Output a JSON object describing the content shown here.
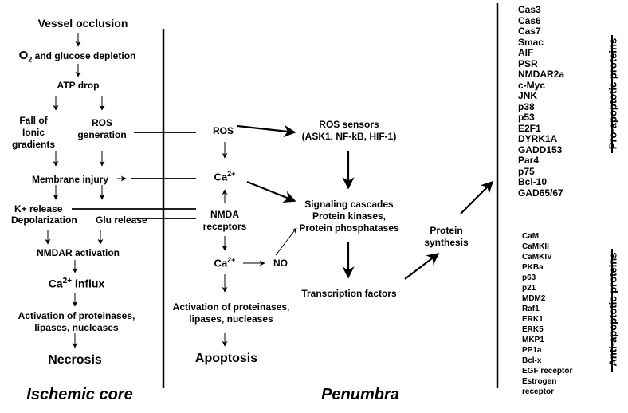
{
  "core": {
    "vessel_occlusion": "Vessel occlusion",
    "o2_prefix": "O",
    "o2_sub": "2",
    "o2_suffix": " and glucose depletion",
    "atp_drop": "ATP drop",
    "fall_ionic": "Fall of\nIonic\ngradients",
    "ros_generation": "ROS\ngeneration",
    "membrane_injury": "Membrane injury",
    "k_release": "K+ release",
    "depolarization": "Depolarization",
    "glu_release": "Glu release",
    "nmdar_activation": "NMDAR activation",
    "ca_influx_prefix": "Ca",
    "ca_influx_sup": "2+",
    "ca_influx_suffix": " influx",
    "activation": "Activation of proteinases,\nlipases, nucleases",
    "necrosis": "Necrosis",
    "label": "Ischemic core"
  },
  "penumbra": {
    "ros": "ROS",
    "ca_prefix": "Ca",
    "ca_sup": "2+",
    "nmda": "NMDA\nreceptors",
    "ca2_prefix": "Ca",
    "ca2_sup": "2+",
    "no": "NO",
    "activation": "Activation of proteinases,\nlipases, nucleases",
    "apoptosis": "Apoptosis",
    "ros_sensors": "ROS sensors\n(ASK1, NF-kB, HIF-1)",
    "signaling": "Signaling cascades\nProtein kinases,\nProtein phosphatases",
    "transcription": "Transcription factors",
    "protein_synthesis": "Protein\nsynthesis",
    "label": "Penumbra"
  },
  "pro_apoptotic": {
    "label": "Pro-apoptotic proteins",
    "items": [
      "Cas3",
      "Cas6",
      "Cas7",
      "Smac",
      "AIF",
      "PSR",
      "NMDAR2a",
      "c-Myc",
      "JNK",
      "p38",
      "p53",
      "E2F1",
      "DYRK1A",
      "GADD153",
      "Par4",
      "p75",
      "Bcl-10",
      "GAD65/67"
    ]
  },
  "anti_apoptotic": {
    "label": "Anti-apoptotic proteins",
    "items": [
      "CaM",
      "CaMKII",
      "CaMKIV",
      "PKBa",
      "p63",
      "p21",
      "MDM2",
      "Raf1",
      "ERK1",
      "ERK5",
      "MKP1",
      "PP1a",
      "Bcl-x",
      "EGF receptor",
      "Estrogen",
      "receptor"
    ]
  }
}
